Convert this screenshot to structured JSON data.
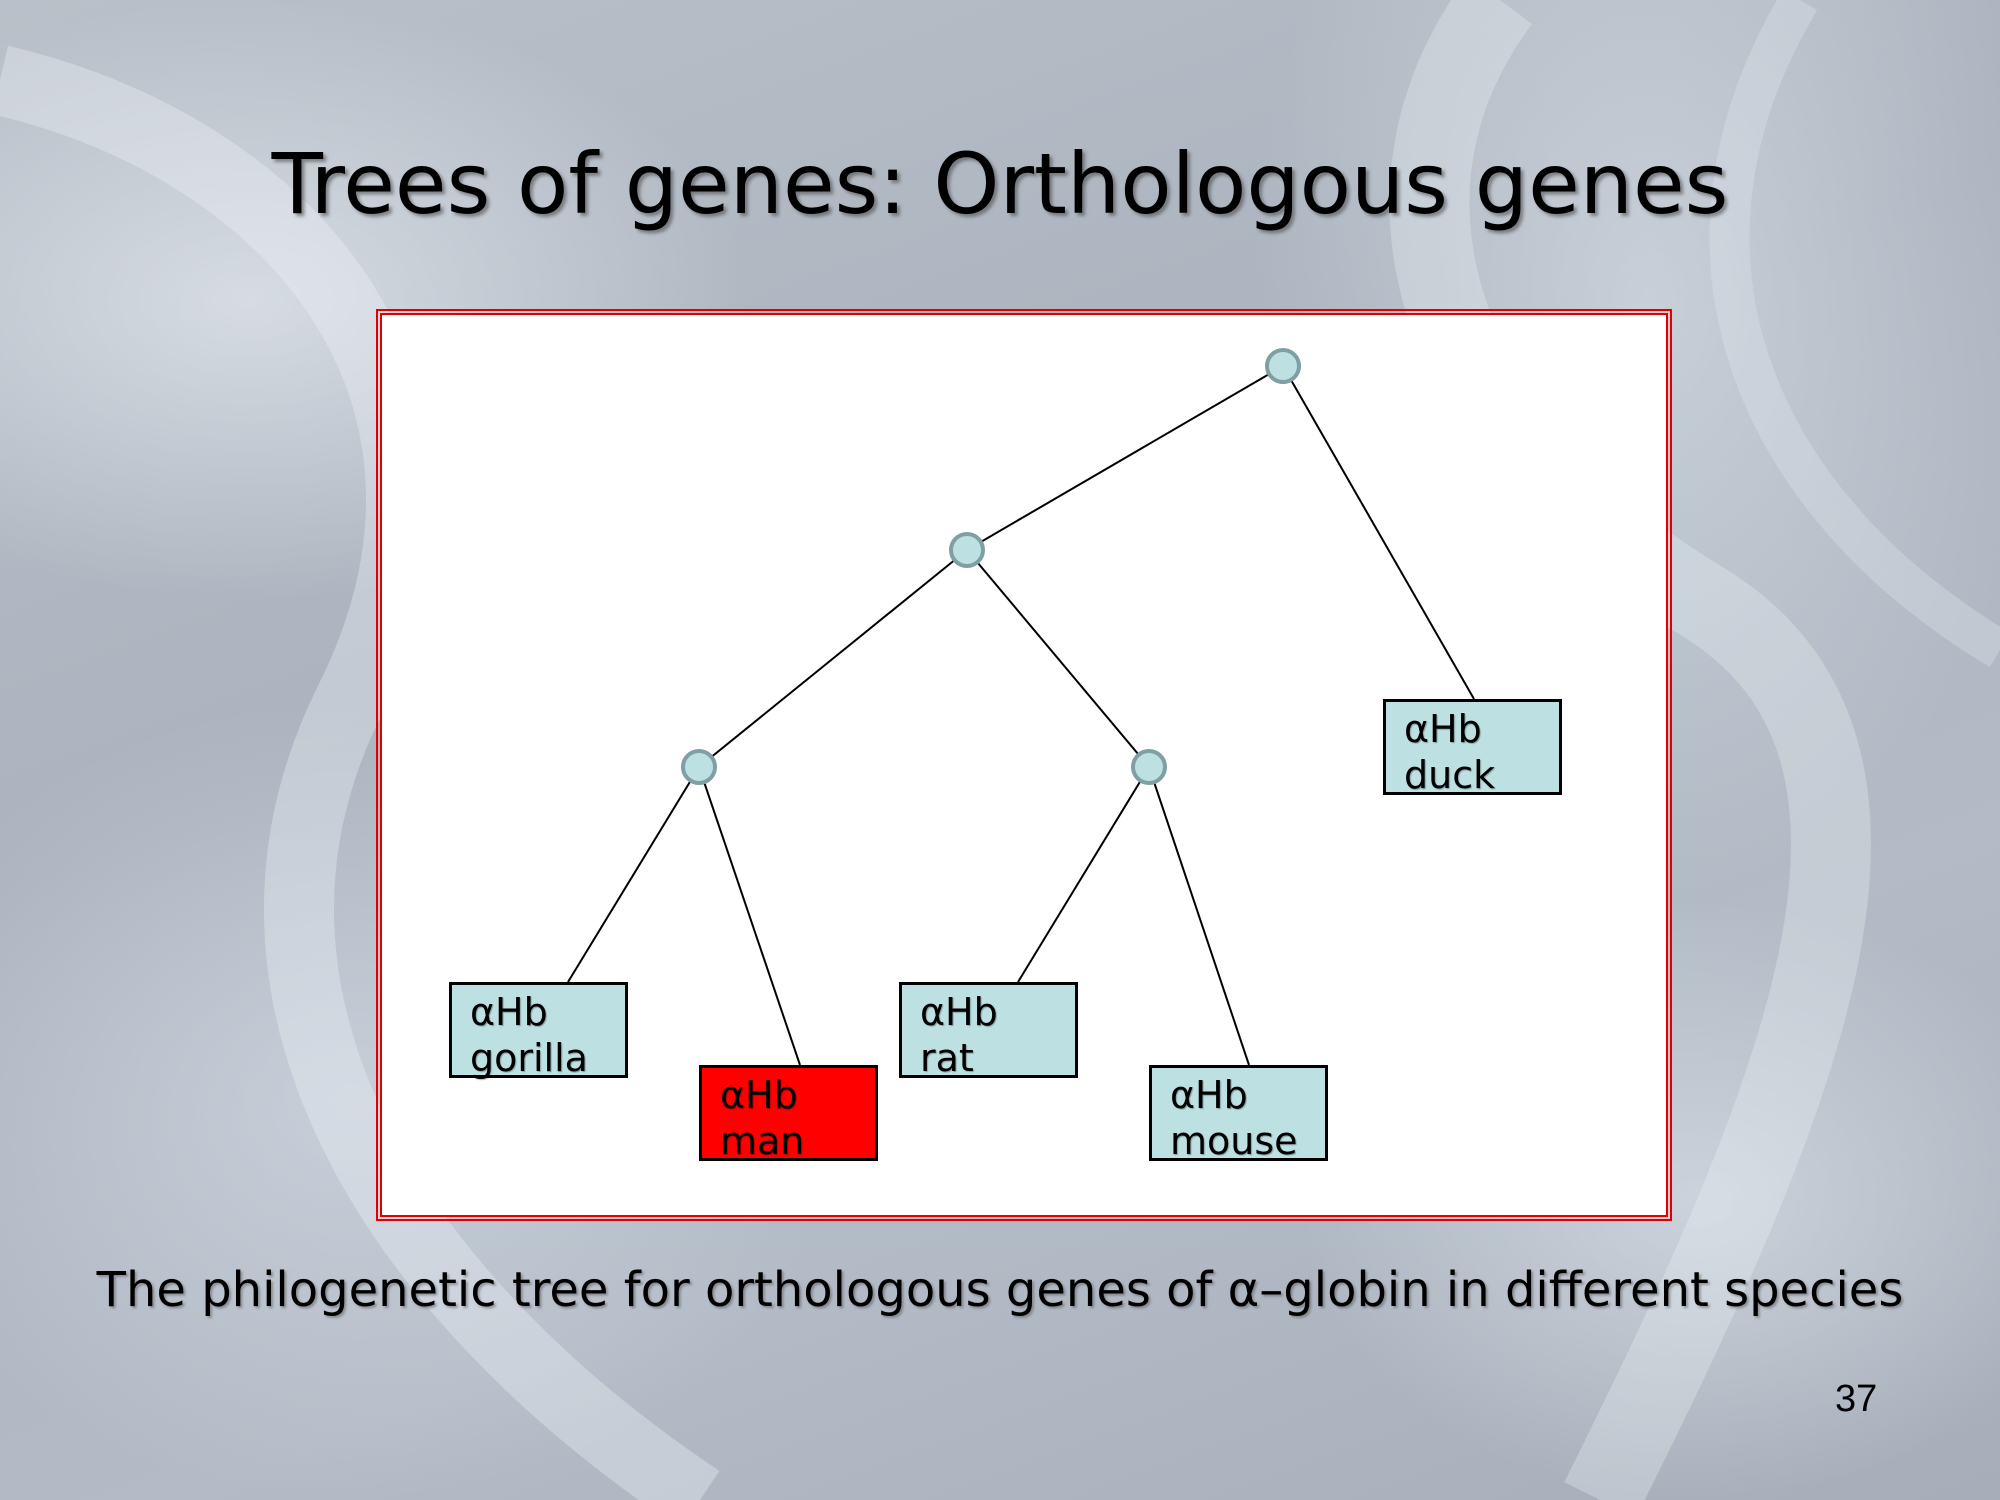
{
  "slide": {
    "title": "Trees of genes: Orthologous genes",
    "caption": "The philogenetic tree for orthologous genes of α–globin in different species",
    "page_number": "37"
  },
  "tree": {
    "leaves": [
      {
        "gene": "αHb",
        "species": "gorilla",
        "highlighted": false
      },
      {
        "gene": "αHb",
        "species": "man",
        "highlighted": true
      },
      {
        "gene": "αHb",
        "species": "rat",
        "highlighted": false
      },
      {
        "gene": "αHb",
        "species": "mouse",
        "highlighted": false
      },
      {
        "gene": "αHb",
        "species": "duck",
        "highlighted": false
      }
    ],
    "colors": {
      "leaf": "#bde0e3",
      "highlight": "#ff0000",
      "node": "#bde0e3",
      "node_border": "#7f9fa3",
      "frame": "#e00000"
    }
  }
}
